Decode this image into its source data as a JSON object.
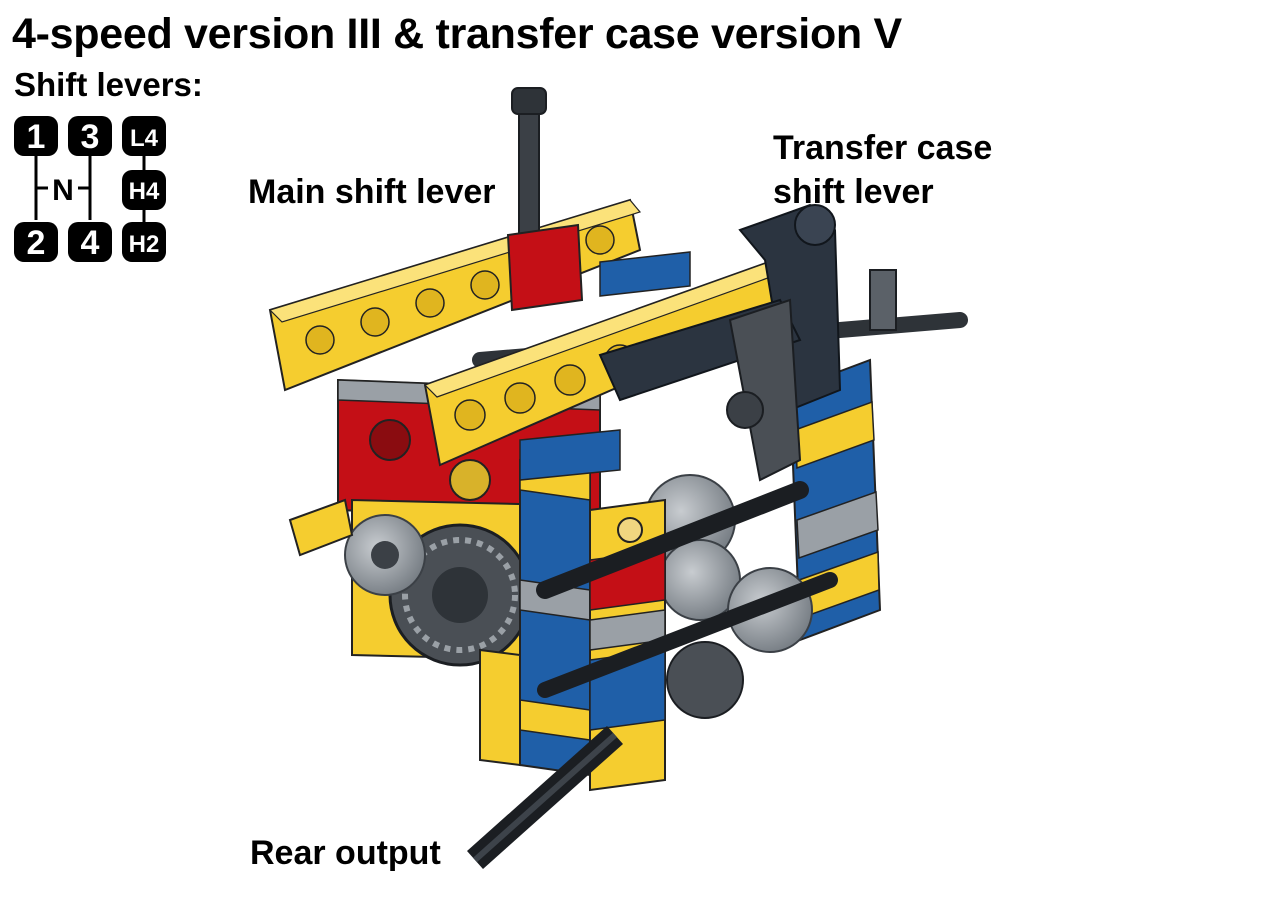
{
  "title": "4-speed version III & transfer case version V",
  "subtitle": "Shift levers:",
  "shift_pattern": {
    "main_gears": [
      "1",
      "3",
      "N",
      "2",
      "4"
    ],
    "transfer_positions": [
      "L4",
      "H4",
      "H2"
    ]
  },
  "labels": {
    "main_shift_lever": "Main shift lever",
    "transfer_case_shift_lever_line1": "Transfer case",
    "transfer_case_shift_lever_line2": "shift lever",
    "rear_output": "Rear output"
  },
  "colors": {
    "yellow": "#f5cd2f",
    "blue": "#1f5fa8",
    "red": "#c40f16",
    "gray": "#9aa0a6",
    "dark_gray": "#4a4f55",
    "black": "#1b1e22"
  }
}
